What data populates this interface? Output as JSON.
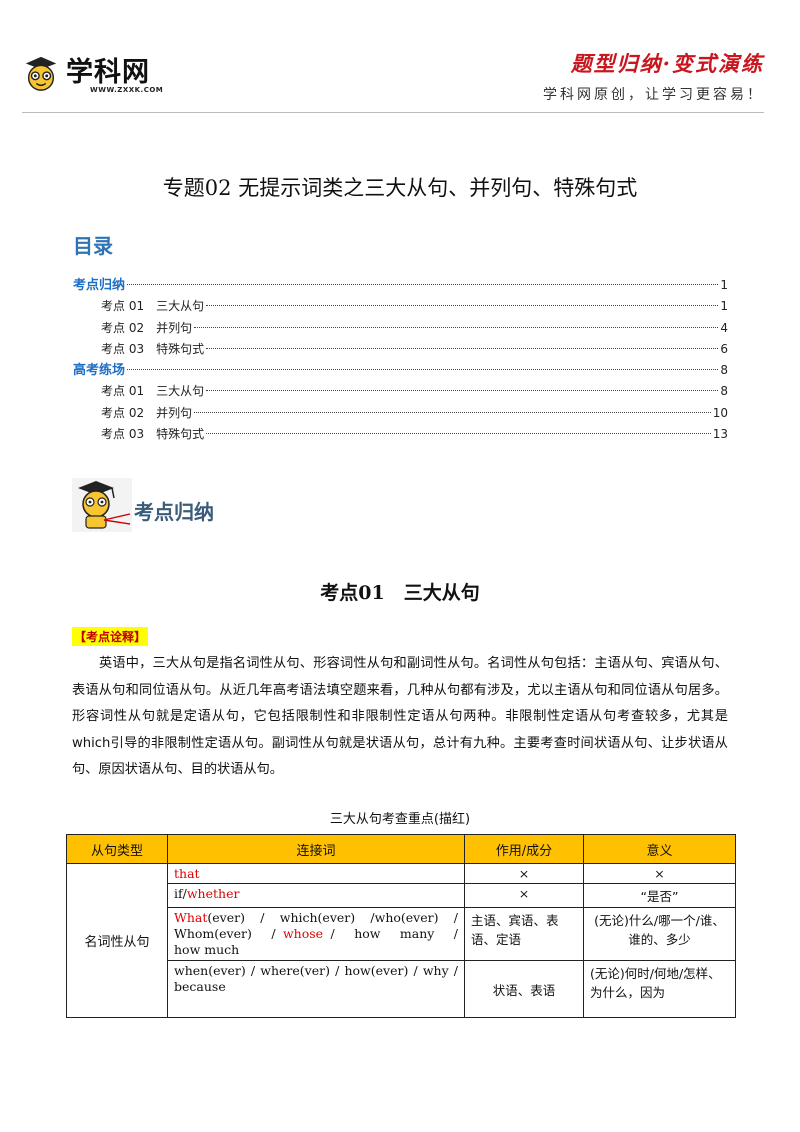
{
  "header": {
    "logo_text": "学科网",
    "logo_url": "WWW.ZXXK.COM",
    "slogan": "题型归纳·变式演练",
    "tagline": "学科网原创，让学习更容易！"
  },
  "doc_title": "专题02  无提示词类之三大从句、并列句、特殊句式",
  "toc": {
    "heading": "目录",
    "entries": [
      {
        "label": "考点归纳",
        "page": "1",
        "level": "sec"
      },
      {
        "label": "考点 01　三大从句",
        "page": "1",
        "level": "sub"
      },
      {
        "label": "考点 02　并列句",
        "page": "4",
        "level": "sub"
      },
      {
        "label": "考点 03　特殊句式",
        "page": "6",
        "level": "sub"
      },
      {
        "label": "高考练场",
        "page": "8",
        "level": "sec"
      },
      {
        "label": "考点 01　三大从句",
        "page": "8",
        "level": "sub"
      },
      {
        "label": "考点 02　并列句",
        "page": "10",
        "level": "sub"
      },
      {
        "label": "考点 03　特殊句式",
        "page": "13",
        "level": "sub"
      }
    ]
  },
  "section": {
    "title": "考点归纳"
  },
  "kp": {
    "title": "考点01　三大从句",
    "explain_tag": "【考点诠释】",
    "paragraph": "英语中，三大从句是指名词性从句、形容词性从句和副词性从句。名词性从句包括：主语从句、宾语从句、表语从句和同位语从句。从近几年高考语法填空题来看，几种从句都有涉及，尤以主语从句和同位语从句居多。形容词性从句就是定语从句，它包括限制性和非限制性定语从句两种。非限制性定语从句考查较多，尤其是which引导的非限制性定语从句。副词性从句就是状语从句，总计有九种。主要考查时间状语从句、让步状语从句、原因状语从句、目的状语从句。"
  },
  "table": {
    "caption": "三大从句考查重点(描红)",
    "headers": [
      "从句类型",
      "连接词",
      "作用/成分",
      "意义"
    ],
    "row_type": "名词性从句",
    "rows": [
      {
        "conj_red": "that",
        "conj_pre": "",
        "role": "×",
        "meaning": "×"
      },
      {
        "conj_pre": "if/",
        "conj_red": "whether",
        "role": "×",
        "meaning": "“是否”"
      },
      {
        "conj_a_red": "What",
        "conj_a": "(ever)　/　which(ever)　/who(ever)　/ Whom(ever)　/ ",
        "conj_b_red": "whose",
        "conj_b": " /　how　many　/　how much",
        "role": "主语、宾语、表语、定语",
        "meaning": "(无论)什么/哪一个/谁、谁的、多少"
      },
      {
        "conj": "when(ever) / where(ver) / how(ever) / why / because",
        "role": "状语、表语",
        "meaning": "(无论)何时/何地/怎样、为什么，因为"
      }
    ]
  }
}
